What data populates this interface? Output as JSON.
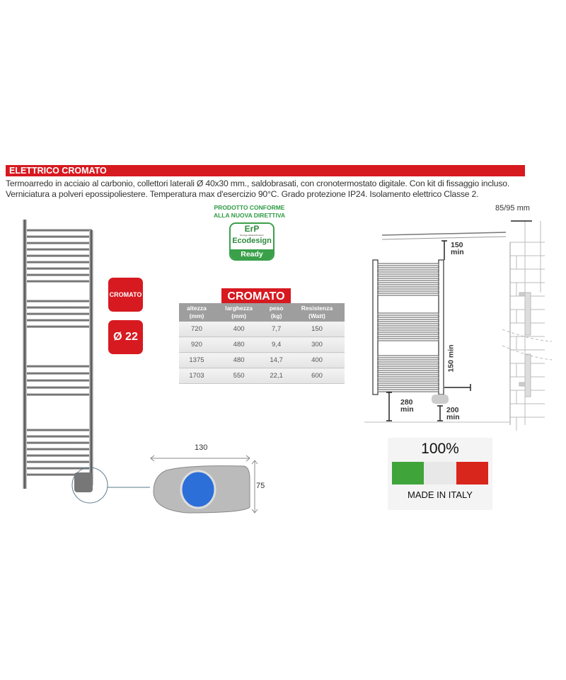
{
  "header": {
    "title": "ELETTRICO CROMATO",
    "description": "Termoarredo in acciaio al carbonio, collettori laterali Ø 40x30 mm., saldobrasati, con cronotermostato digitale. Con kit di fissaggio incluso. Verniciatura a polveri epossipoliestere. Temperatura max d'esercizio 90°C. Grado protezione IP24. Isolamento elettrico Classe 2."
  },
  "badges": {
    "finish": "CROMATO",
    "diameter": "Ø 22"
  },
  "erp": {
    "note_line1": "PRODOTTO CONFORME",
    "note_line2": "ALLA NUOVA DIRETTIVA",
    "logo_top": "ErP",
    "logo_sub": "Energy-related Product",
    "logo_mid": "Ecodesign",
    "logo_bottom": "Ready"
  },
  "table": {
    "title": "CROMATO",
    "headers": [
      [
        "altezza",
        "(mm)"
      ],
      [
        "larghezza",
        "(mm)"
      ],
      [
        "peso",
        "(kg)"
      ],
      [
        "Resistenza",
        "(Watt)"
      ]
    ],
    "rows": [
      [
        "720",
        "400",
        "7,7",
        "150"
      ],
      [
        "920",
        "480",
        "9,4",
        "300"
      ],
      [
        "1375",
        "480",
        "14,7",
        "400"
      ],
      [
        "1703",
        "550",
        "22,1",
        "600"
      ]
    ]
  },
  "thermostat": {
    "width_label": "130",
    "height_label": "75"
  },
  "diagram": {
    "depth": "85/95 mm",
    "top_gap": "150",
    "top_gap_unit": "min",
    "side_gap": "150 min",
    "bottom_left": "280",
    "bottom_left_unit": "min",
    "bottom_right": "200",
    "bottom_right_unit": "min"
  },
  "italy": {
    "percent": "100%",
    "label": "MADE IN ITALY",
    "colors": [
      "#3fa43a",
      "#e8e8e8",
      "#d9261c"
    ]
  }
}
